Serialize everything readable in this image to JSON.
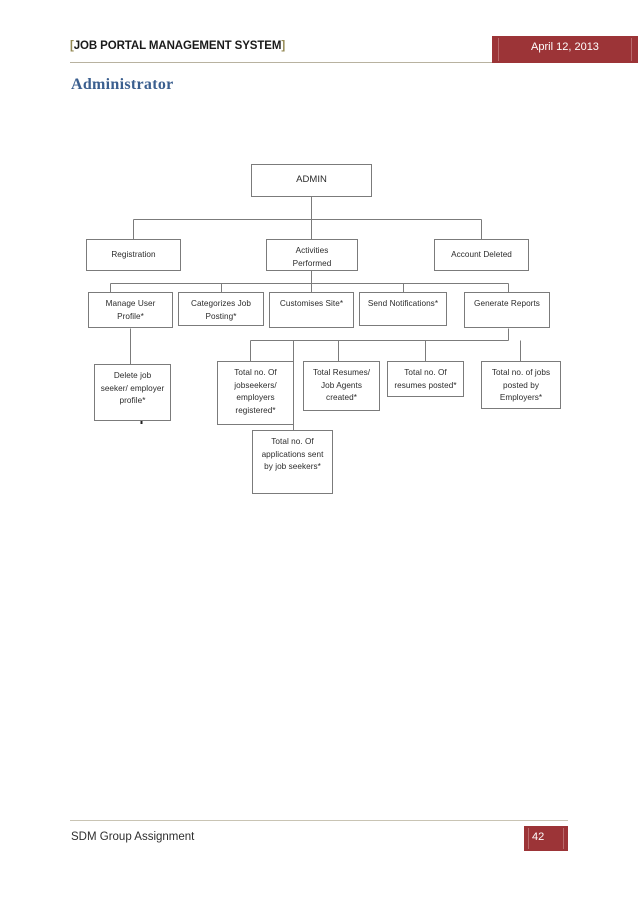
{
  "header": {
    "bracket_open": "[",
    "title": "JOB PORTAL MANAGEMENT SYSTEM",
    "bracket_close": "]",
    "date": "April 12, 2013",
    "accent_color": "#9c3437",
    "bracket_color": "#948a54"
  },
  "section": {
    "heading": "Administrator",
    "heading_color": "#3b5f8f"
  },
  "footer": {
    "text": "SDM Group Assignment",
    "page_number": "42",
    "accent_color": "#9c3437"
  },
  "diagram": {
    "title": "Administrator",
    "type": "hierarchy-tree",
    "nodes": {
      "admin": "ADMIN",
      "registration": "Registration",
      "activities_performed": "Activities Performed",
      "account_deleted": "Account Deleted",
      "manage_user_profile": "Manage User Profile*",
      "categorizes_job_posting": "Categorizes Job Posting*",
      "customises_site": "Customises Site*",
      "send_notifications": "Send Notifications*",
      "generate_reports": "Generate Reports",
      "delete_profile": "Delete job seeker/ employer profile*",
      "total_jobseekers": "Total no. Of jobseekers/ employers registered*",
      "total_resumes_agents": "Total Resumes/ Job Agents created*",
      "total_resumes_posted": "Total no. Of resumes posted*",
      "total_jobs_posted": "Total no. of jobs posted by Employers*",
      "total_applications": "Total no. Of applications sent by job seekers*"
    },
    "node_lines": {
      "admin": [
        "ADMIN"
      ],
      "registration": [
        "Registration"
      ],
      "activities_performed": [
        "Activities",
        "Performed"
      ],
      "account_deleted": [
        "Account Deleted"
      ],
      "manage_user_profile": [
        "Manage User",
        "Profile*"
      ],
      "categorizes_job_posting": [
        "Categorizes Job",
        "Posting*"
      ],
      "customises_site": [
        "Customises Site*"
      ],
      "send_notifications": [
        "Send Notifications*"
      ],
      "generate_reports": [
        "Generate Reports"
      ],
      "delete_profile": [
        "Delete job",
        "seeker/ employer",
        "profile*"
      ],
      "total_jobseekers": [
        "Total no. Of",
        "jobseekers/",
        "employers",
        "registered*"
      ],
      "total_resumes_agents": [
        "Total Resumes/",
        "Job Agents",
        "created*"
      ],
      "total_resumes_posted": [
        "Total no. Of",
        "resumes posted*"
      ],
      "total_jobs_posted": [
        "Total no. of jobs",
        "posted by",
        "Employers*"
      ],
      "total_applications": [
        "Total no. Of",
        "applications sent",
        "by job seekers*"
      ]
    },
    "edges": [
      {
        "from": "admin",
        "to": "registration"
      },
      {
        "from": "admin",
        "to": "activities_performed"
      },
      {
        "from": "admin",
        "to": "account_deleted"
      },
      {
        "from": "activities_performed",
        "to": "manage_user_profile"
      },
      {
        "from": "activities_performed",
        "to": "categorizes_job_posting"
      },
      {
        "from": "activities_performed",
        "to": "customises_site"
      },
      {
        "from": "activities_performed",
        "to": "send_notifications"
      },
      {
        "from": "activities_performed",
        "to": "generate_reports"
      },
      {
        "from": "manage_user_profile",
        "to": "delete_profile"
      },
      {
        "from": "generate_reports",
        "to": "total_jobseekers"
      },
      {
        "from": "generate_reports",
        "to": "total_resumes_agents"
      },
      {
        "from": "generate_reports",
        "to": "total_resumes_posted"
      },
      {
        "from": "generate_reports",
        "to": "total_jobs_posted"
      },
      {
        "from": "total_resumes_agents",
        "to": "total_applications"
      }
    ],
    "box_border_color": "#7b7b7b"
  }
}
